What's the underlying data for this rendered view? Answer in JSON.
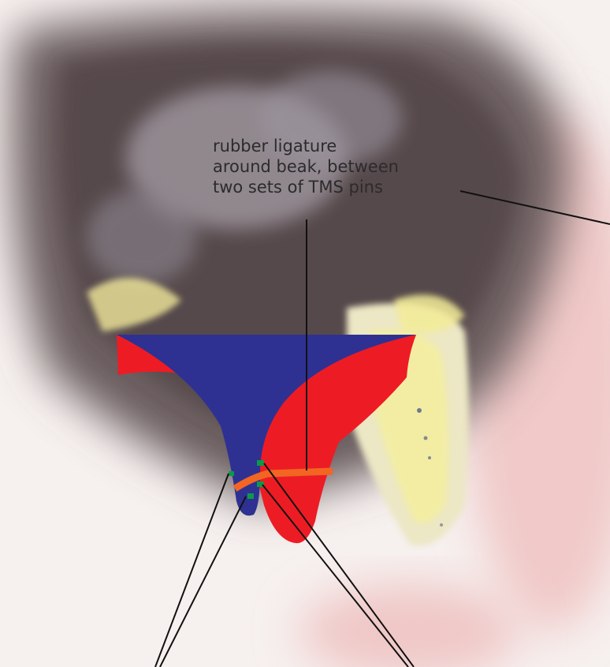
{
  "annotation": {
    "lines": [
      "rubber ligature",
      "around beak, between",
      "two sets of TMS pins"
    ]
  },
  "colors": {
    "upper_beak_region": "#2e3192",
    "lower_beak_region": "#ed1c24",
    "ligature": "#f26522",
    "tms_pins": "#0a9a4a",
    "leader_lines": "#111111",
    "photo_dark_feathers": "#55494a",
    "photo_yellow_beak": "#f2e88a"
  },
  "icons": [
    "bird-head-photo",
    "beak-diagram",
    "rubber-ligature",
    "tms-pin-marker"
  ]
}
